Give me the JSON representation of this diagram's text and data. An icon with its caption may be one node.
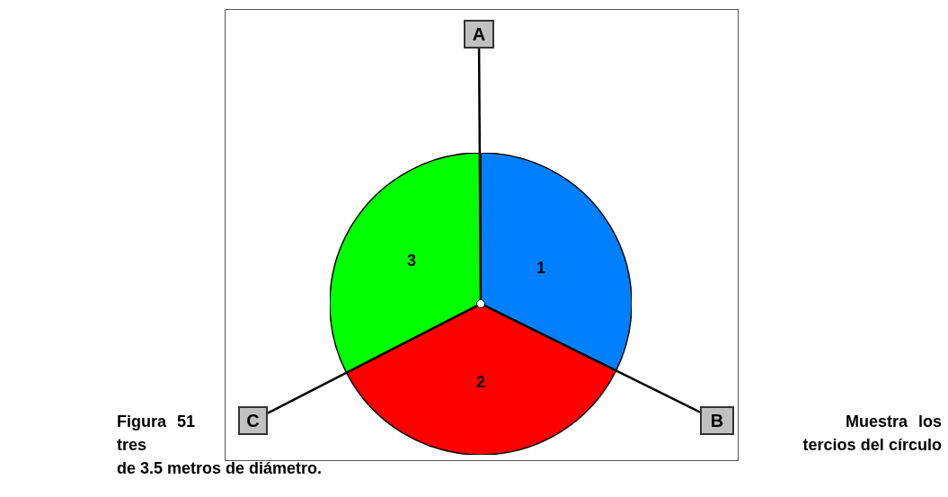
{
  "diagram": {
    "caption": "Figura 51 Muestra los tres tercios del círculo de 3.5 metros de diámetro.",
    "nodes": [
      {
        "text": [
          "A"
        ]
      },
      {
        "text": [
          "3"
        ]
      },
      {
        "text": [
          "1"
        ]
      },
      {
        "text": [],
        "shape": "circle"
      },
      {
        "text": [
          "2"
        ]
      },
      {
        "text": [
          "C"
        ]
      },
      {
        "text": [
          "B"
        ]
      }
    ],
    "edges": [
      {
        "from": 3,
        "to": 0,
        "arrow": "none"
      },
      {
        "from": 3,
        "to": 6,
        "arrow": "none"
      },
      {
        "from": 3,
        "to": 5,
        "arrow": "none"
      }
    ]
  }
}
